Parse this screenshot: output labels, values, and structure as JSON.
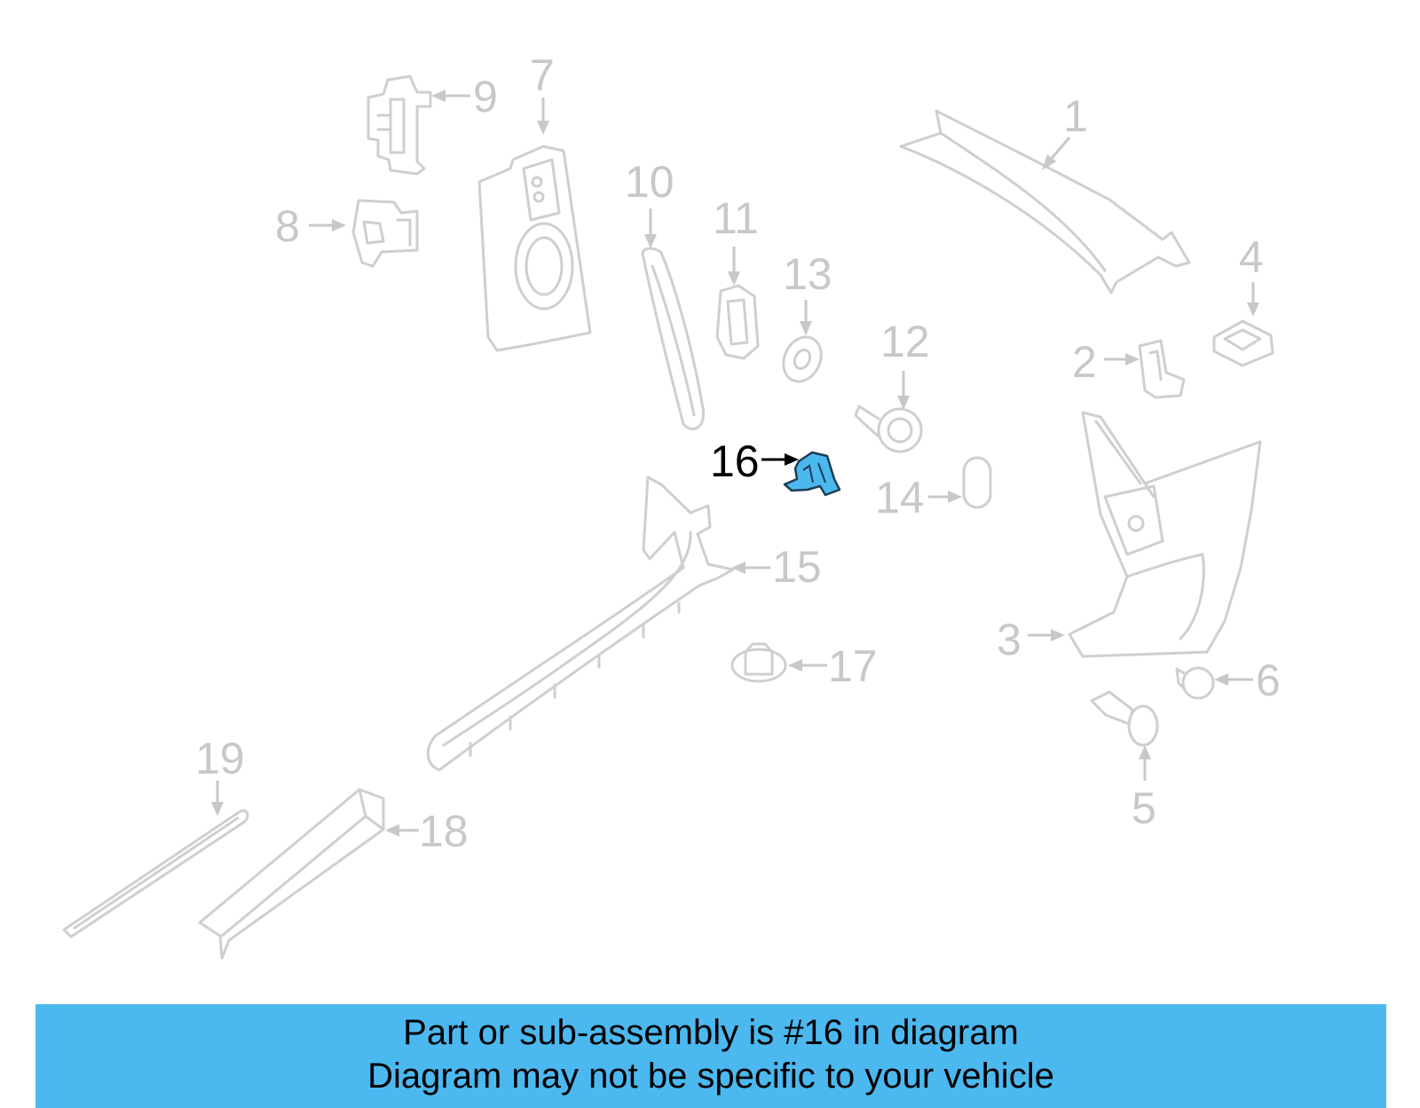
{
  "colors": {
    "part_stroke": "#cfcfcf",
    "label": "#c8c8c8",
    "highlight_fill": "#4cb8f0",
    "highlight_label": "#000000",
    "banner_bg": "#4cb8f0"
  },
  "highlighted_part": "16",
  "callouts": [
    {
      "id": "1",
      "text": "1"
    },
    {
      "id": "2",
      "text": "2"
    },
    {
      "id": "3",
      "text": "3"
    },
    {
      "id": "4",
      "text": "4"
    },
    {
      "id": "5",
      "text": "5"
    },
    {
      "id": "6",
      "text": "6"
    },
    {
      "id": "7",
      "text": "7"
    },
    {
      "id": "8",
      "text": "8"
    },
    {
      "id": "9",
      "text": "9"
    },
    {
      "id": "10",
      "text": "10"
    },
    {
      "id": "11",
      "text": "11"
    },
    {
      "id": "12",
      "text": "12"
    },
    {
      "id": "13",
      "text": "13"
    },
    {
      "id": "14",
      "text": "14"
    },
    {
      "id": "15",
      "text": "15"
    },
    {
      "id": "16",
      "text": "16"
    },
    {
      "id": "17",
      "text": "17"
    },
    {
      "id": "18",
      "text": "18"
    },
    {
      "id": "19",
      "text": "19"
    }
  ],
  "banner": {
    "line1": "Part or sub-assembly is #16 in diagram",
    "line2": "Diagram may not be specific to your vehicle"
  }
}
